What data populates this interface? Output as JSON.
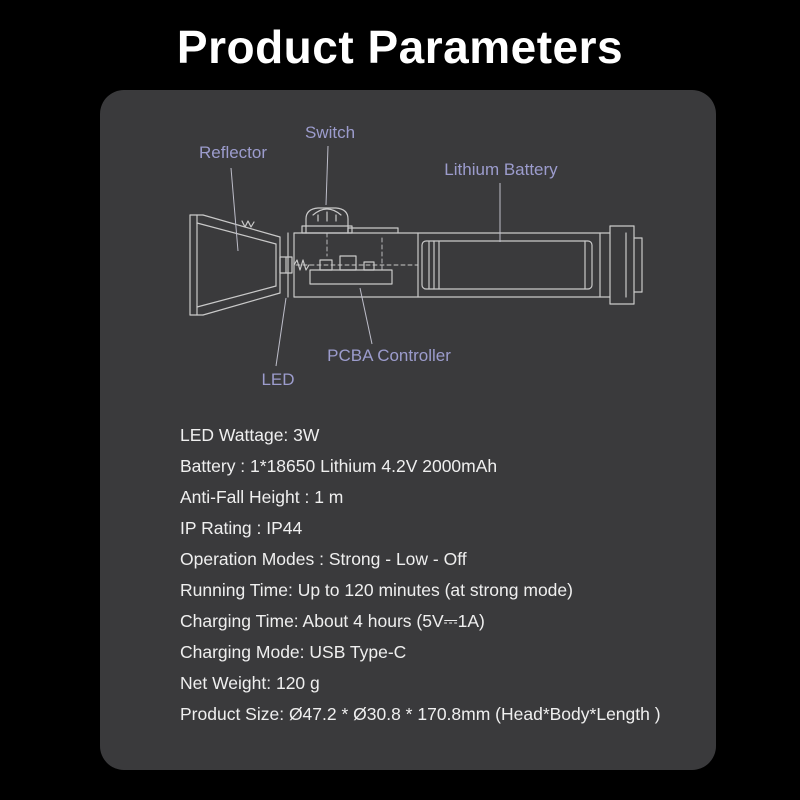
{
  "page": {
    "title": "Product Parameters"
  },
  "diagram": {
    "labels": {
      "reflector": "Reflector",
      "switch": "Switch",
      "lithium_battery": "Lithium Battery",
      "pcba_controller": "PCBA Controller",
      "led": "LED"
    }
  },
  "specs": [
    "LED Wattage: 3W",
    "Battery : 1*18650 Lithium 4.2V 2000mAh",
    "Anti-Fall Height : 1 m",
    "IP Rating : IP44",
    "Operation Modes : Strong - Low - Off",
    "Running Time: Up to 120 minutes (at strong mode)",
    "Charging Time: About 4 hours (5V⎓1A)",
    "Charging Mode: USB Type-C",
    "Net Weight: 120 g",
    "Product Size: Ø47.2 * Ø30.8 * 170.8mm (Head*Body*Length )"
  ],
  "colors": {
    "background": "#000000",
    "card": "#3a3a3c",
    "title": "#ffffff",
    "label": "#9c9ccd",
    "line": "#c9c9c9",
    "leader": "#bdbdc9",
    "spec_text": "#efefef"
  }
}
